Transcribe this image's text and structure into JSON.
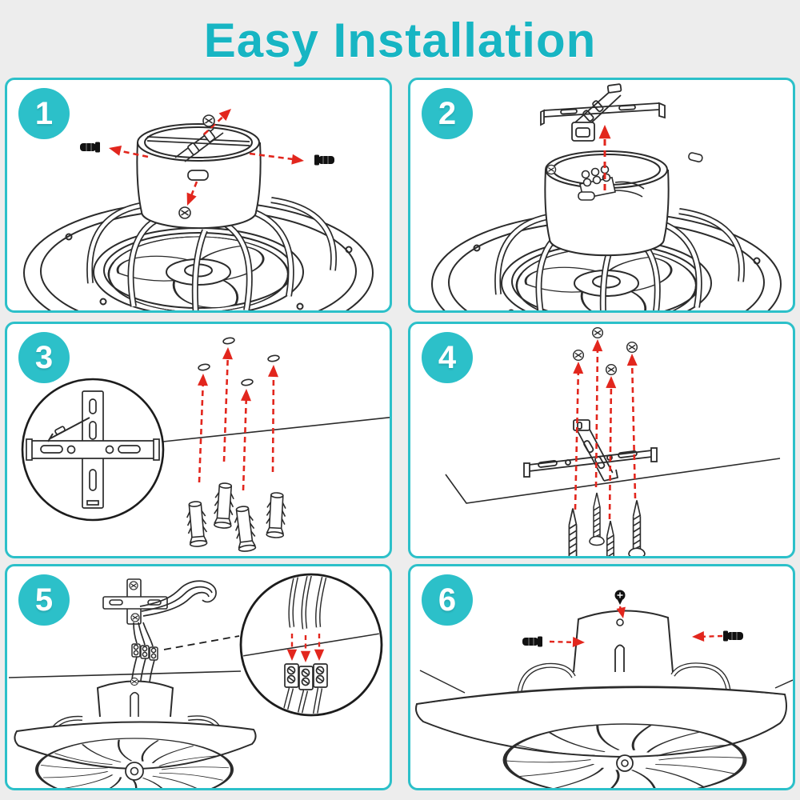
{
  "title": "Easy Installation",
  "colors": {
    "accent": "#2cc0c9",
    "title_teal": "#17b5c3",
    "arrow_red": "#e2261d",
    "canvas_gray": "#ededed",
    "panel_white": "#ffffff",
    "line_ink": "#2b2b2b"
  },
  "steps": [
    {
      "number": "1",
      "icon": "fan-motor-housing-remove-screws-illustration"
    },
    {
      "number": "2",
      "icon": "detach-mounting-bracket-illustration"
    },
    {
      "number": "3",
      "icon": "wall-anchors-into-ceiling-illustration"
    },
    {
      "number": "4",
      "icon": "screw-bracket-to-ceiling-illustration"
    },
    {
      "number": "5",
      "icon": "connect-wires-terminal-block-illustration"
    },
    {
      "number": "6",
      "icon": "secure-fan-body-screws-illustration"
    }
  ]
}
